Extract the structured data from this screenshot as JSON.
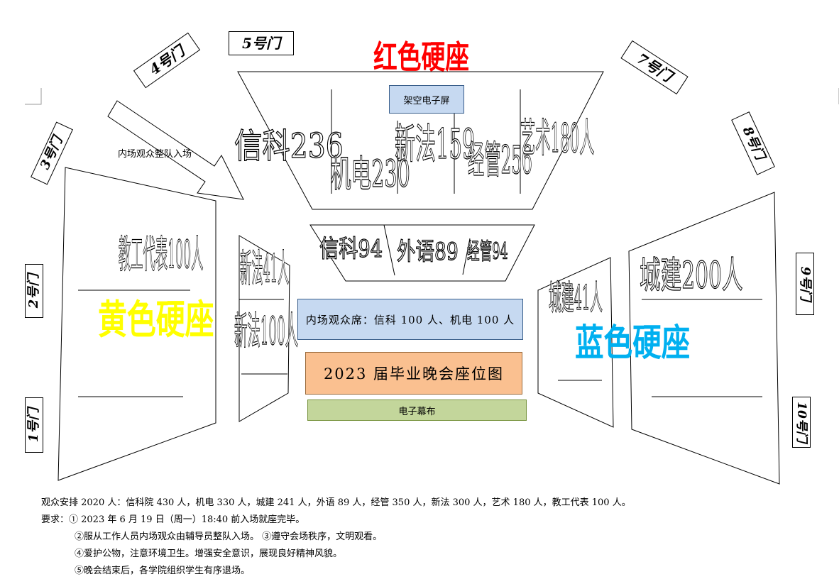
{
  "zones": {
    "red": {
      "label": "红色硬座",
      "color": "#ff0000"
    },
    "yellow": {
      "label": "黄色硬座",
      "color": "#ffff00"
    },
    "blue": {
      "label": "蓝色硬座",
      "color": "#00b0f0"
    }
  },
  "gates": {
    "g1": "1号门",
    "g2": "2号门",
    "g3": "3号门",
    "g4": "4号门",
    "g5": "5号门",
    "g7": "7号门",
    "g8": "8号门",
    "g9": "9号门",
    "g10": "10号门"
  },
  "sections": {
    "xinke236": "信科236",
    "jidian230": "机电230",
    "xinfa159": "新法159",
    "jingguan256": "经管256",
    "yishu180": "艺术180人",
    "xinke94": "信科94",
    "waiyu89": "外语89",
    "jingguan94": "经管94",
    "jiaogong100": "教工代表100人",
    "xinfa41": "新法41人",
    "xinfa100": "新法100人",
    "chengjian41": "城建41人",
    "chengjian200": "城建200人"
  },
  "labels": {
    "screen_overhead": "架空电子屏",
    "entry_arrow": "内场观众整队入场",
    "inner_seats": "内场观众席：信科 100 人、机电 100 人",
    "title": "2023 届毕业晚会座位图",
    "screen_curtain": "电子幕布"
  },
  "colors": {
    "overhead_fill": "#c6d9f1",
    "inner_fill": "#c6d9f1",
    "title_fill": "#fac090",
    "curtain_fill": "#c3d69b"
  },
  "notes": {
    "line1": "观众安排 2020 人：信科院 430 人，机电 330 人，城建 241 人，外语 89 人，经管 350 人，新法 300 人，艺术 180 人，教工代表 100 人。",
    "line2": "要求：①  2023 年 6 月 19 日（周一）18:40 前入场就座完毕。",
    "line3": "②服从工作人员内场观众由辅导员整队入场。  ③遵守会场秩序，文明观看。",
    "line4": "④爱护公物，注意环境卫生。增强安全意识，展现良好精神风貌。",
    "line5": "⑤晚会结束后，各学院组织学生有序退场。"
  }
}
